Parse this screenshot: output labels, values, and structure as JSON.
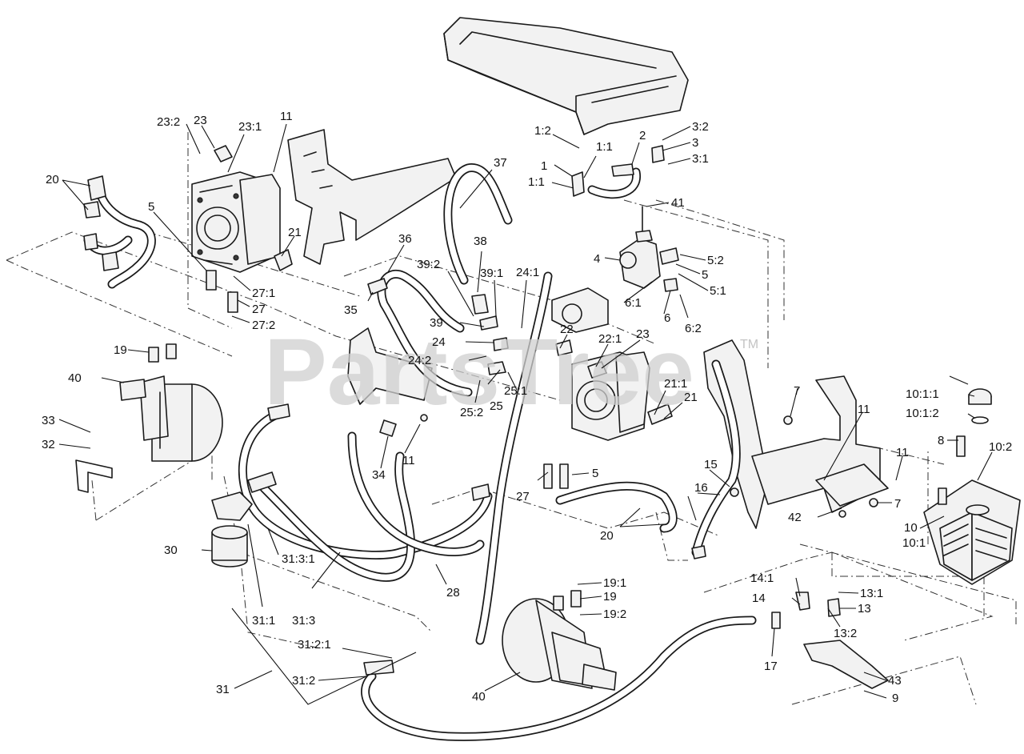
{
  "watermark": {
    "text": "PartsTree",
    "trademark": "TM"
  },
  "callouts": [
    {
      "id": "1:2",
      "text": "1:2"
    },
    {
      "id": "1:1a",
      "text": "1:1"
    },
    {
      "id": "1",
      "text": "1"
    },
    {
      "id": "1:1b",
      "text": "1:1"
    },
    {
      "id": "2",
      "text": "2"
    },
    {
      "id": "3:2",
      "text": "3:2"
    },
    {
      "id": "3",
      "text": "3"
    },
    {
      "id": "3:1",
      "text": "3:1"
    },
    {
      "id": "4",
      "text": "4"
    },
    {
      "id": "5:2",
      "text": "5:2"
    },
    {
      "id": "5a",
      "text": "5"
    },
    {
      "id": "5:1",
      "text": "5:1"
    },
    {
      "id": "5b",
      "text": "5"
    },
    {
      "id": "5c",
      "text": "5"
    },
    {
      "id": "6:1",
      "text": "6:1"
    },
    {
      "id": "6",
      "text": "6"
    },
    {
      "id": "6:2",
      "text": "6:2"
    },
    {
      "id": "7a",
      "text": "7"
    },
    {
      "id": "7b",
      "text": "7"
    },
    {
      "id": "8",
      "text": "8"
    },
    {
      "id": "9",
      "text": "9"
    },
    {
      "id": "10:1:1",
      "text": "10:1:1"
    },
    {
      "id": "10:1:2",
      "text": "10:1:2"
    },
    {
      "id": "10:2",
      "text": "10:2"
    },
    {
      "id": "10",
      "text": "10"
    },
    {
      "id": "10:1",
      "text": "10:1"
    },
    {
      "id": "11a",
      "text": "11"
    },
    {
      "id": "11b",
      "text": "11"
    },
    {
      "id": "11c",
      "text": "11"
    },
    {
      "id": "11d",
      "text": "11"
    },
    {
      "id": "13:1",
      "text": "13:1"
    },
    {
      "id": "13",
      "text": "13"
    },
    {
      "id": "13:2",
      "text": "13:2"
    },
    {
      "id": "14:1",
      "text": "14:1"
    },
    {
      "id": "14",
      "text": "14"
    },
    {
      "id": "15",
      "text": "15"
    },
    {
      "id": "16",
      "text": "16"
    },
    {
      "id": "17",
      "text": "17"
    },
    {
      "id": "19a",
      "text": "19"
    },
    {
      "id": "19:1",
      "text": "19:1"
    },
    {
      "id": "19b",
      "text": "19"
    },
    {
      "id": "19:2",
      "text": "19:2"
    },
    {
      "id": "20a",
      "text": "20"
    },
    {
      "id": "20b",
      "text": "20"
    },
    {
      "id": "21a",
      "text": "21"
    },
    {
      "id": "21:1",
      "text": "21:1"
    },
    {
      "id": "21b",
      "text": "21"
    },
    {
      "id": "22",
      "text": "22"
    },
    {
      "id": "22:1",
      "text": "22:1"
    },
    {
      "id": "23:2",
      "text": "23:2"
    },
    {
      "id": "23a",
      "text": "23"
    },
    {
      "id": "23:1",
      "text": "23:1"
    },
    {
      "id": "23b",
      "text": "23"
    },
    {
      "id": "24:1",
      "text": "24:1"
    },
    {
      "id": "24",
      "text": "24"
    },
    {
      "id": "24:2",
      "text": "24:2"
    },
    {
      "id": "25:1",
      "text": "25:1"
    },
    {
      "id": "25",
      "text": "25"
    },
    {
      "id": "25:2",
      "text": "25:2"
    },
    {
      "id": "27:1",
      "text": "27:1"
    },
    {
      "id": "27a",
      "text": "27"
    },
    {
      "id": "27:2",
      "text": "27:2"
    },
    {
      "id": "27b",
      "text": "27"
    },
    {
      "id": "28",
      "text": "28"
    },
    {
      "id": "30",
      "text": "30"
    },
    {
      "id": "31:3:1",
      "text": "31:3:1"
    },
    {
      "id": "31:1",
      "text": "31:1"
    },
    {
      "id": "31:3",
      "text": "31:3"
    },
    {
      "id": "31:2:1",
      "text": "31:2:1"
    },
    {
      "id": "31:2",
      "text": "31:2"
    },
    {
      "id": "31",
      "text": "31"
    },
    {
      "id": "32",
      "text": "32"
    },
    {
      "id": "33",
      "text": "33"
    },
    {
      "id": "34",
      "text": "34"
    },
    {
      "id": "35",
      "text": "35"
    },
    {
      "id": "36",
      "text": "36"
    },
    {
      "id": "37",
      "text": "37"
    },
    {
      "id": "38",
      "text": "38"
    },
    {
      "id": "39:2",
      "text": "39:2"
    },
    {
      "id": "39:1",
      "text": "39:1"
    },
    {
      "id": "39",
      "text": "39"
    },
    {
      "id": "40a",
      "text": "40"
    },
    {
      "id": "40b",
      "text": "40"
    },
    {
      "id": "41",
      "text": "41"
    },
    {
      "id": "42",
      "text": "42"
    },
    {
      "id": "43",
      "text": "43"
    }
  ]
}
